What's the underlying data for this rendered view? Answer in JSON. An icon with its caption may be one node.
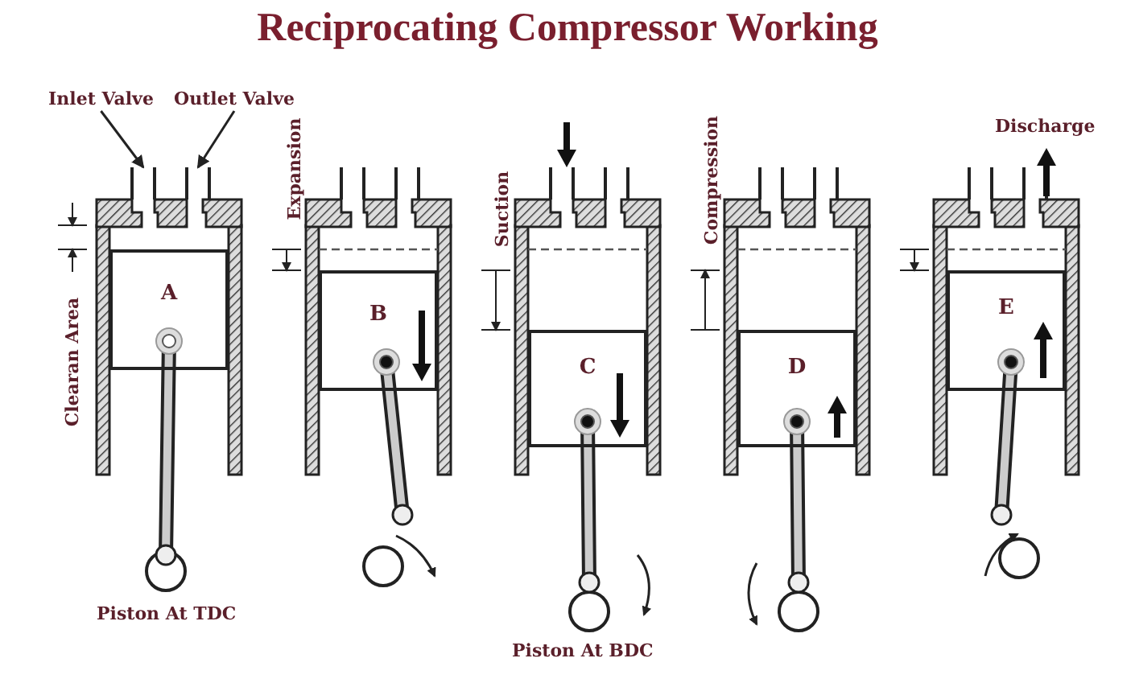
{
  "diagram": {
    "title": "Reciprocating Compressor Working",
    "nodes": [
      {
        "text": [
          "Inlet Valve"
        ]
      },
      {
        "text": [
          "Outlet Valve"
        ]
      },
      {
        "text": [
          "A"
        ]
      },
      {
        "text": [
          "B"
        ]
      },
      {
        "text": [
          "C"
        ]
      },
      {
        "text": [
          "D"
        ]
      },
      {
        "text": [
          "E"
        ]
      },
      {
        "text": [],
        "shape": "valve"
      },
      {
        "text": [],
        "shape": "valve"
      }
    ],
    "edges": [
      {
        "from": 0,
        "to": 7,
        "arrow": "to"
      },
      {
        "from": 1,
        "to": 8,
        "arrow": "to"
      }
    ],
    "labels": [
      "Clearan Area",
      "Expansion",
      "Suction",
      "Compression",
      "Discharge",
      "Piston At TDC",
      "Piston At BDC"
    ]
  }
}
